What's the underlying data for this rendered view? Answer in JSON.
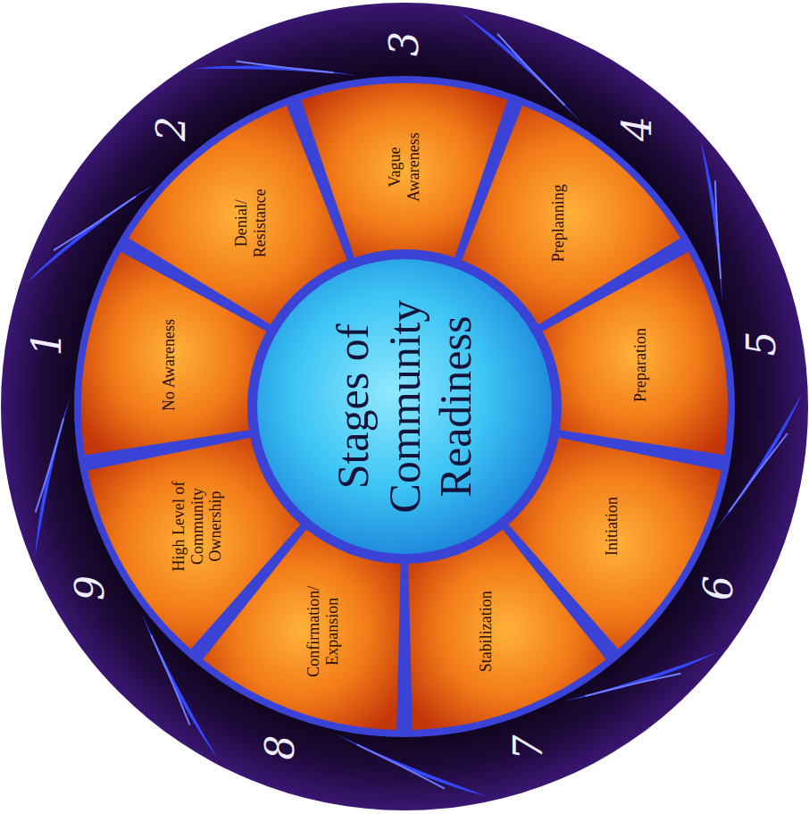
{
  "diagram": {
    "nodes": [
      {
        "text": [
          "Stages of Community Readiness"
        ]
      },
      {
        "text": [
          "No Awareness"
        ]
      },
      {
        "text": [
          "Denial/ Resistance"
        ]
      },
      {
        "text": [
          "Vague Awareness"
        ]
      },
      {
        "text": [
          "Preplanning"
        ]
      },
      {
        "text": [
          "Preparation"
        ]
      },
      {
        "text": [
          "Initiation"
        ]
      },
      {
        "text": [
          "Stabilization"
        ]
      },
      {
        "text": [
          "Confirmation/ Expansion"
        ]
      },
      {
        "text": [
          "High Level of Community Ownership"
        ]
      }
    ],
    "labels": [
      "1",
      "2",
      "3",
      "4",
      "5",
      "6",
      "7",
      "8",
      "9"
    ]
  }
}
